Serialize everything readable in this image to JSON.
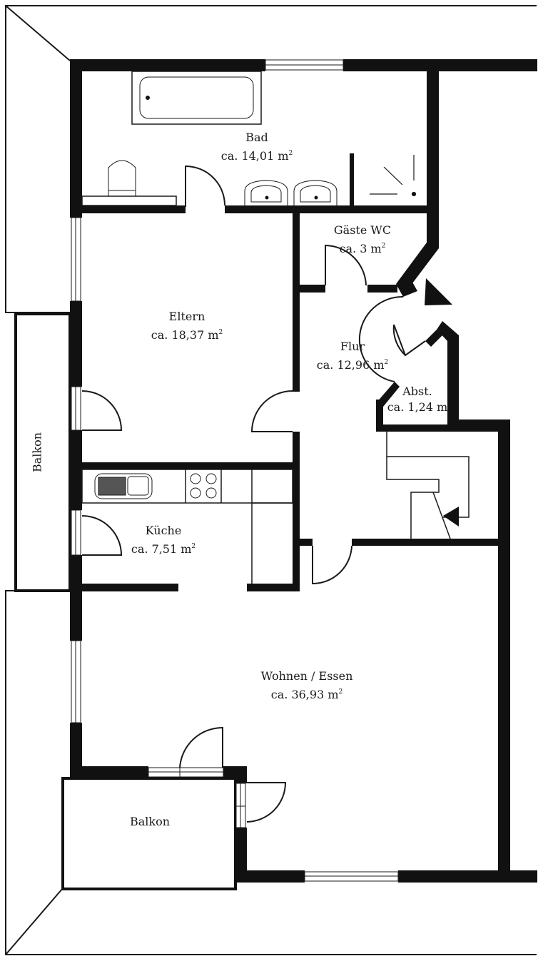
{
  "plan": {
    "type": "apartment floor plan",
    "wall_color": "#111111",
    "line_color": "#1a1a1a",
    "background": "#ffffff",
    "area_unit": "m",
    "area_unit_superscript": "2"
  },
  "rooms": {
    "bad": {
      "name": "Bad",
      "area": "ca. 14,01 m"
    },
    "gaeste_wc": {
      "name": "Gäste WC",
      "area": "ca. 3 m"
    },
    "eltern": {
      "name": "Eltern",
      "area": "ca. 18,37 m"
    },
    "flur": {
      "name": "Flur",
      "area": "ca. 12,96 m"
    },
    "abst": {
      "name": "Abst.",
      "area": "ca. 1,24 m"
    },
    "kueche": {
      "name": "Küche",
      "area": "ca. 7,51 m"
    },
    "wohnen_essen": {
      "name": "Wohnen / Essen",
      "area": "ca. 36,93 m"
    },
    "balkon_side": {
      "name": "Balkon"
    },
    "balkon_bottom": {
      "name": "Balkon"
    }
  },
  "icons": {
    "entrance_arrow": "triangle-arrow",
    "stairs_arrow": "triangle-arrow"
  }
}
